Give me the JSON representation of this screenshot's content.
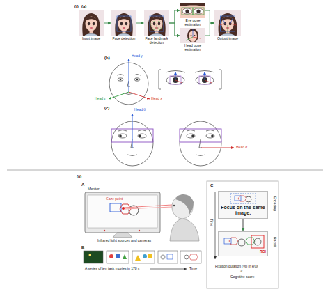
{
  "diagram": {
    "nodes": [
      {
        "text": [
          "Input image"
        ]
      },
      {
        "text": [
          "Face detection"
        ]
      },
      {
        "text": [
          "Face landmark detection"
        ]
      },
      {
        "text": [
          "Eye pose estimation"
        ]
      },
      {
        "text": [
          "Head pose estimation"
        ]
      },
      {
        "text": [
          "Output image"
        ]
      },
      {
        "text": [
          "Focus on the same image."
        ]
      },
      {
        "text": [
          "ROI"
        ]
      }
    ],
    "edges": [
      {
        "from": 0,
        "to": 1,
        "arrow": "to"
      },
      {
        "from": 1,
        "to": 2,
        "arrow": "to"
      },
      {
        "from": 2,
        "to": 3,
        "arrow": "to"
      },
      {
        "from": 2,
        "to": 4,
        "arrow": "to"
      },
      {
        "from": 3,
        "to": 5,
        "arrow": "to"
      },
      {
        "from": 4,
        "to": 5,
        "arrow": "to"
      },
      {
        "from": 6,
        "to": 7,
        "arrow": "to"
      }
    ],
    "labels": [
      "(i)",
      "(a)",
      "(b)",
      "Head y",
      "Head x",
      "Head z",
      "(c)",
      "Head θ",
      "Head α",
      "(ii)",
      "A",
      "Monitor",
      "Gaze point",
      "Infrared light sources and cameras",
      "B",
      "A series of ten task movies in 178 s",
      "Time",
      "C",
      "Encoding",
      "Recall",
      "Time",
      "Fixation duration (%) in ROI",
      "∝",
      "Cognitive score"
    ]
  }
}
